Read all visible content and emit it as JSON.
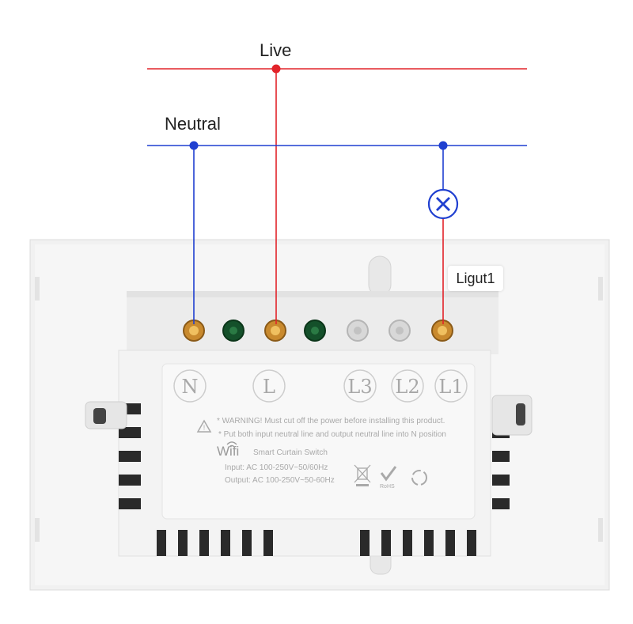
{
  "wires": {
    "live_label": "Live",
    "neutral_label": "Neutral",
    "load_label": "Ligut1",
    "live_color": "#e2232a",
    "neutral_color": "#1f3fd0"
  },
  "terminals": {
    "n": "N",
    "l": "L",
    "l3": "L3",
    "l2": "L2",
    "l1": "L1"
  },
  "sticker": {
    "warning": "* WARNING! Must cut off the power before installing this product.",
    "instruction": "* Put both input neutral line and output neutral line into N position",
    "brand": "Wifi",
    "product": "Smart Curtain Switch",
    "input": "Input: AC 100-250V~50/60Hz",
    "output": "Output: AC 100-250V~50-60Hz",
    "rohs": "RoHS"
  },
  "icons": {
    "lamp": "lamp-x-icon",
    "warning": "warning-triangle-icon",
    "wifi": "wifi-icon",
    "weee": "weee-bin-icon",
    "rohs": "rohs-check-icon",
    "recycle": "recycle-icon"
  }
}
